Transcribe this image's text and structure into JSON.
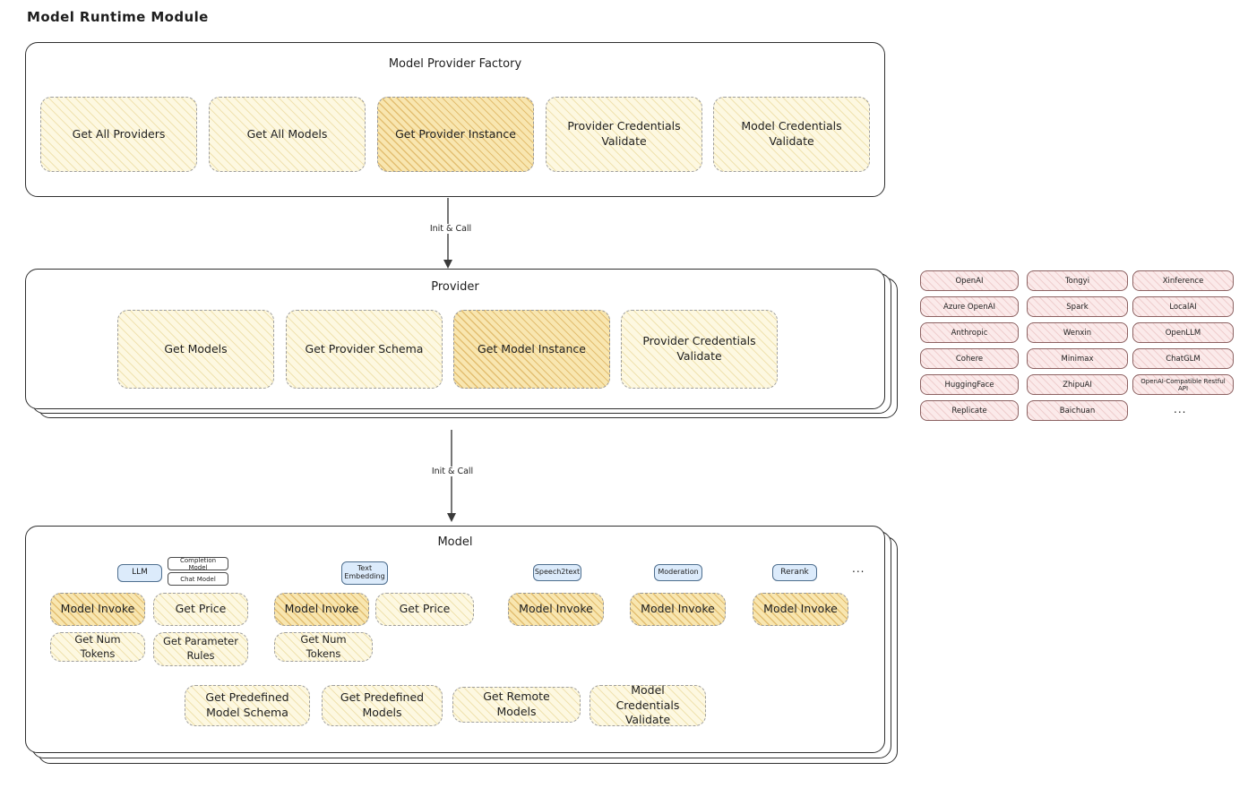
{
  "page": {
    "title": "Model Runtime Module"
  },
  "colors": {
    "yellow_fill": "#fdf8e1",
    "orange_fill": "#f8e6b0",
    "pink_fill": "#fbeaea",
    "blue_fill": "#dcebfb",
    "stroke": "#2f2f2f"
  },
  "arrows": {
    "label1": "Init & Call",
    "label2": "Init & Call"
  },
  "factory": {
    "title": "Model Provider Factory",
    "boxes": [
      {
        "label": "Get All Providers",
        "highlighted": false
      },
      {
        "label": "Get All Models",
        "highlighted": false
      },
      {
        "label": "Get Provider Instance",
        "highlighted": true
      },
      {
        "label": "Provider Credentials Validate",
        "highlighted": false
      },
      {
        "label": "Model Credentials Validate",
        "highlighted": false
      }
    ]
  },
  "provider": {
    "title": "Provider",
    "boxes": [
      {
        "label": "Get Models",
        "highlighted": false
      },
      {
        "label": "Get Provider Schema",
        "highlighted": false
      },
      {
        "label": "Get Model Instance",
        "highlighted": true
      },
      {
        "label": "Provider Credentials Validate",
        "highlighted": false
      }
    ]
  },
  "providers_grid": {
    "col1": [
      "OpenAI",
      "Azure OpenAI",
      "Anthropic",
      "Cohere",
      "HuggingFace",
      "Replicate"
    ],
    "col2": [
      "Tongyi",
      "Spark",
      "Wenxin",
      "Minimax",
      "ZhipuAI",
      "Baichuan"
    ],
    "col3": [
      "Xinference",
      "LocalAI",
      "OpenLLM",
      "ChatGLM",
      "OpenAI-Compatible Restful API"
    ],
    "ellipsis": "..."
  },
  "model": {
    "title": "Model",
    "types": {
      "llm": "LLM",
      "completion": "Completion Model",
      "chat": "Chat Model",
      "embedding": "Text Embedding",
      "speech2text": "Speech2text",
      "moderation": "Moderation",
      "rerank": "Rerank",
      "ellipsis": "..."
    },
    "llm_ops": {
      "invoke": "Model Invoke",
      "price": "Get Price",
      "tokens": "Get Num Tokens",
      "rules": "Get Parameter Rules"
    },
    "embedding_ops": {
      "invoke": "Model Invoke",
      "price": "Get Price",
      "tokens": "Get Num Tokens"
    },
    "speech2text_ops": {
      "invoke": "Model Invoke"
    },
    "moderation_ops": {
      "invoke": "Model Invoke"
    },
    "rerank_ops": {
      "invoke": "Model Invoke"
    },
    "common_ops": {
      "predefined_schema": "Get Predefined Model Schema",
      "predefined_models": "Get Predefined Models",
      "remote_models": "Get Remote Models",
      "credentials_validate": "Model Credentials Validate"
    }
  }
}
